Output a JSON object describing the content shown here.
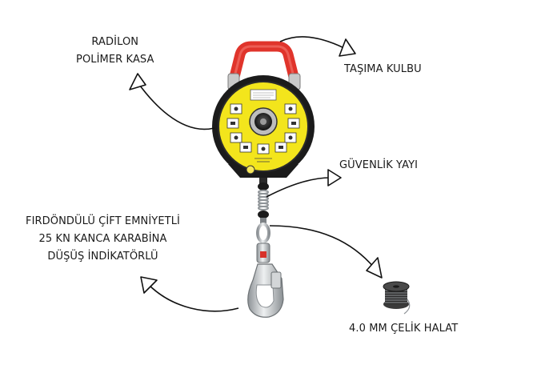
{
  "labels": {
    "housing": [
      "RADİLON",
      "POLİMER KASA"
    ],
    "handle": "TAŞIMA KULBU",
    "spring": "GÜVENLİK YAYI",
    "hook": [
      "FIRDÖNDÜLÜ ÇİFT EMNİYETLİ",
      "25 KN KANCA KARABİNA",
      "DÜŞÜŞ İNDİKATÖRLÜ"
    ],
    "cable": "4.0 MM ÇELİK HALAT"
  },
  "colors": {
    "housing_yellow": "#f3e51c",
    "housing_black": "#1b1b1b",
    "handle_red": "#e0342b",
    "hook_steel": "#c9cccf",
    "arrow": "#111111"
  }
}
